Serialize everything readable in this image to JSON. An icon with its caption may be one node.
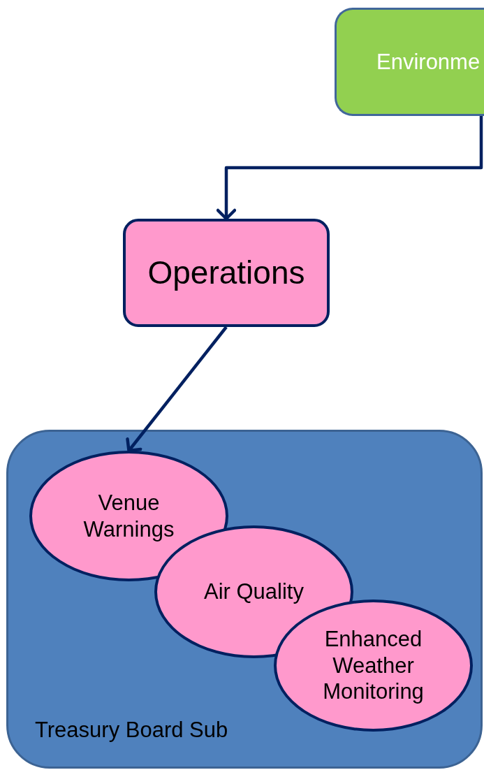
{
  "diagram": {
    "nodes": [
      {
        "text": [
          "Environme"
        ]
      },
      {
        "text": [
          "Operations"
        ]
      },
      {
        "text": [
          "Treasury Board Sub"
        ]
      },
      {
        "text": [
          "Venue Warnings"
        ],
        "in": 2
      },
      {
        "text": [
          "Air Quality"
        ],
        "in": 2
      },
      {
        "text": [
          "Enhanced Weather Monitoring"
        ],
        "in": 2
      }
    ],
    "edges": [
      {
        "from": 0,
        "to": 1,
        "arrow": "to"
      },
      {
        "from": 1,
        "to": 3,
        "arrow": "to"
      }
    ]
  }
}
